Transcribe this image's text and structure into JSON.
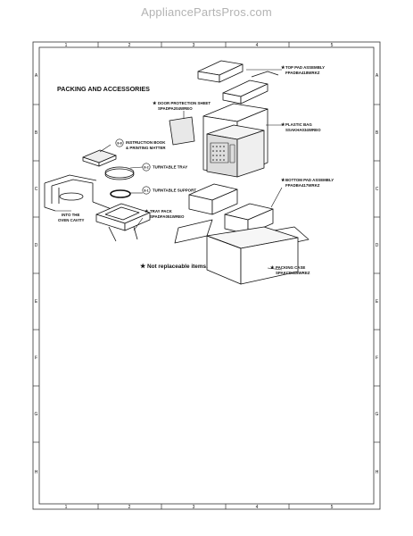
{
  "watermark": "AppliancePartsPros.com",
  "section_title": "PACKING AND ACCESSORIES",
  "border": {
    "column_numbers": [
      "1",
      "2",
      "3",
      "4",
      "5"
    ],
    "row_letters": [
      "A",
      "B",
      "C",
      "D",
      "E",
      "F",
      "G",
      "H"
    ]
  },
  "parts": {
    "top_pad": {
      "label": "TOP PAD ASSEMBLY",
      "part_no": "FPADBA418WRKZ"
    },
    "door_sheet": {
      "label": "DOOR PROTECTION SHEET",
      "part_no": "SPADPA204WREO"
    },
    "plastic_bag": {
      "label": "PLASTIC BAG",
      "part_no": "SSAKHA034WREO"
    },
    "instruction_book": {
      "ref": "8-8",
      "label_line1": "INSTRUCTION BOOK",
      "label_line2": "& PRINTING MATTER"
    },
    "turntable_tray": {
      "ref": "8-2",
      "label": "TURNTABLE TRAY"
    },
    "turntable_support": {
      "ref": "8-1",
      "label": "TURNTABLE SUPPORT"
    },
    "bottom_pad": {
      "label": "BOTTOM PAD ASSEMBLY",
      "part_no": "FPADBA417WRKZ"
    },
    "oven_cavity": {
      "line1": "INTO THE",
      "line2": "OVEN CAVITY"
    },
    "tray_pack": {
      "label": "TRAY PACK",
      "part_no": "SPADFA051WREO"
    },
    "packing_case": {
      "label": "PACKING CASE",
      "part_no": "SPAKCD418WREZ"
    }
  },
  "note": "Not replaceable items.",
  "star_glyph": "★"
}
